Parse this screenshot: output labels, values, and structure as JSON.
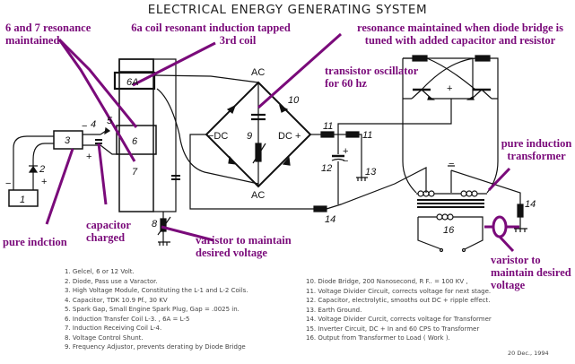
{
  "title": "ELECTRICAL ENERGY GENERATING SYSTEM",
  "annotations": {
    "resonance_6_7": "6 and 7 resonance maintained",
    "resonance_6_7_line1": "6 and 7 resonance",
    "resonance_6_7_line2": "maintained",
    "coil_6a_line1": "6a coil resonant induction tapped",
    "coil_6a_line2": "3rd coil",
    "diode_bridge_line1": "resonance maintained when diode bridge is",
    "diode_bridge_line2": "tuned with added capacitor and resistor",
    "oscillator_line1": "transistor oscillator",
    "oscillator_line2": "for 60 hz",
    "pure_induction_transformer_line1": "pure induction",
    "pure_induction_transformer_line2": "transformer",
    "pure_induction": "pure indction",
    "capacitor_charged_line1": "capacitor",
    "capacitor_charged_line2": "charged",
    "varistor_left_line1": "varistor to maintain",
    "varistor_left_line2": "desired voltage",
    "varistor_right_line1": "varistor to",
    "varistor_right_line2": "maintain desired",
    "varistor_right_line3": "voltage"
  },
  "components": {
    "c1": "1",
    "c2": "2",
    "c3": "3",
    "c4": "4",
    "c5": "5",
    "c6": "6",
    "c6a": "6A",
    "c7": "7",
    "c8": "8",
    "c9": "9",
    "c10": "10",
    "c11a": "11",
    "c11b": "11",
    "c12": "12",
    "c13": "13",
    "c14a": "14",
    "c14b": "14",
    "c16": "16",
    "ac_top": "AC",
    "ac_bottom": "AC",
    "dc_minus": "−DC",
    "dc_plus": "DC +",
    "minus": "−",
    "plus": "+"
  },
  "legend": {
    "left": [
      "1. Gelcel, 6 or 12 Volt.",
      "2. Diode, Pass use a Varactor.",
      "3. High Voltage Module, Constituting the L-1 and L-2 Coils.",
      "4. Capacitor, TDK  10.9  Pf., 30 KV",
      "5. Spark Gap, Small Engine Spark Plug, Gap = .0025 in.",
      "6. Induction Transfer Coil  L-3. , 6A = L-5",
      "7. Induction Receiving Coil L-4.",
      "8. Voltage Control Shunt.",
      "9. Frequency Adjustor, prevents derating by Diode Bridge"
    ],
    "right": [
      "10. Diode Bridge, 200 Nanosecond, R F.. = 100 KV ,",
      "11. Voltage Divider Circuit, corrects voltage for next stage.",
      "12. Capacitor, electrolytic, smooths out DC + ripple effect.",
      "13. Earth Ground.",
      "14. Voltage Divider Curcit, corrects voltage for Transformer",
      "15. Inverter Circuit, DC + In and 60 CPS  to Transformer",
      "16. Output from Transformer to Load ( Work )."
    ]
  },
  "date": "20  Dec., 1994",
  "colors": {
    "annotation": "#7a0a7a",
    "line": "#111111",
    "background": "#ffffff"
  }
}
